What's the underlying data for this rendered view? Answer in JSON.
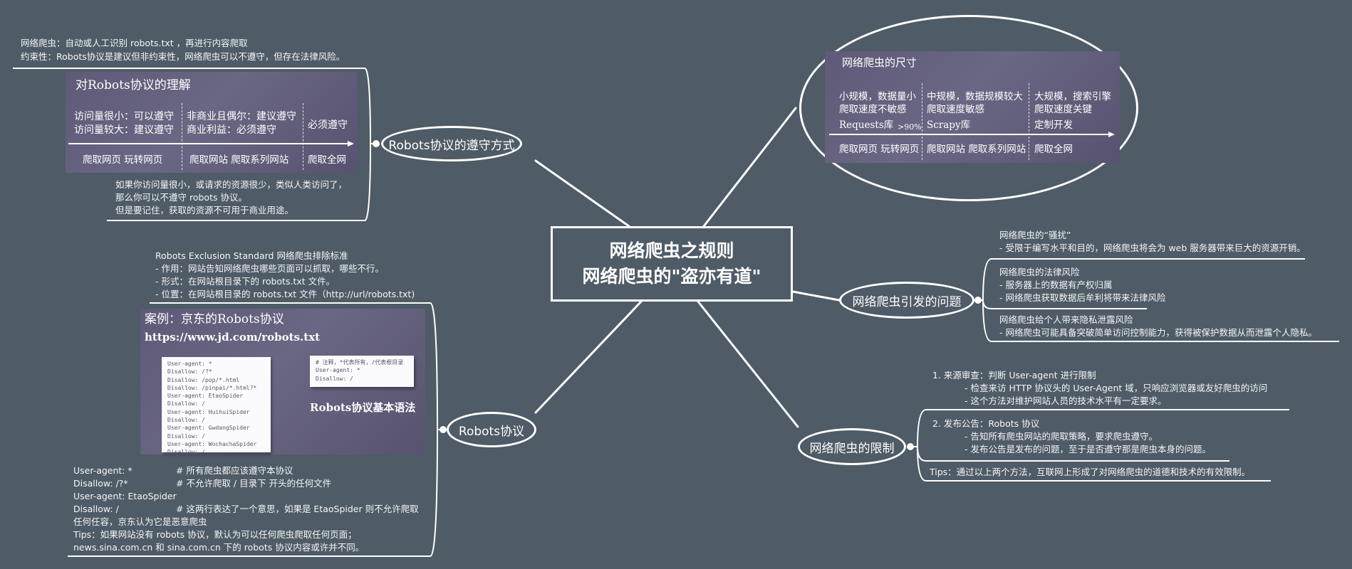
{
  "center": {
    "line1": "网络爬虫之规则",
    "line2": "网络爬虫的\"盗亦有道\""
  },
  "nodes": {
    "compliance": "Robots协议的遵守方式",
    "size": "网络爬虫的尺寸",
    "problems": "网络爬虫引发的问题",
    "robots": "Robots协议",
    "limits": "网络爬虫的限制"
  },
  "compliance": {
    "notes_top": [
      "网络爬虫：自动或人工识别 robots.txt ，再进行内容爬取",
      "约束性：Robots协议是建议但非约束性，网络爬虫可以不遵守，但存在法律风险。"
    ],
    "panel": {
      "title": "对Robots协议的理解",
      "col1": [
        "访问量很小：可以遵守",
        "访问量较大：建议遵守"
      ],
      "col2": [
        "非商业且偶尔：建议遵守",
        "商业利益：必须遵守"
      ],
      "col3": "必须遵守",
      "bottom": [
        "爬取网页 玩转网页",
        "爬取网站 爬取系列网站",
        "爬取全网"
      ]
    },
    "notes_bottom": [
      "如果你访问量很小，或请求的资源很少，类似人类访问了，",
      "那么你可以不遵守 robots 协议。",
      "但是要记住，获取的资源不可用于商业用途。"
    ]
  },
  "size_panel": {
    "cols": [
      {
        "lines": [
          "小规模，数据量小",
          "爬取速度不敏感"
        ],
        "lib": "Requests库",
        "bottom": "爬取网页 玩转网页"
      },
      {
        "lines": [
          "中规模，数据规模较大",
          "爬取速度敏感"
        ],
        "lib": "Scrapy库",
        "bottom": "爬取网站 爬取系列网站"
      },
      {
        "lines": [
          "大规模，搜索引擎",
          "爬取速度关键"
        ],
        "lib": "定制开发",
        "bottom": "爬取全网"
      }
    ],
    "share": ">90%"
  },
  "problems": {
    "groups": [
      {
        "title": "网络爬虫的“骚扰”",
        "items": [
          "- 受限于编写水平和目的，网络爬虫将会为 web 服务器带来巨大的资源开销。"
        ]
      },
      {
        "title": "网络爬虫的法律风险",
        "items": [
          "- 服务器上的数据有产权归属",
          "- 网络爬虫获取数据后牟利将带来法律风险"
        ]
      },
      {
        "title": "网络爬虫给个人带来隐私泄露风险",
        "items": [
          "- 网络爬虫可能具备突破简单访问控制能力，获得被保护数据从而泄露个人隐私。"
        ]
      }
    ]
  },
  "robots": {
    "notes_top": [
      "Robots Exclusion Standard 网络爬虫排除标准",
      "- 作用：网站告知网络爬虫哪些页面可以抓取，哪些不行。",
      "- 形式：在网站根目录下的 robots.txt 文件。",
      "- 位置：在网站根目录的 robots.txt 文件（http://url/robots.txt)"
    ],
    "panel": {
      "title": "案例：京东的Robots协议",
      "url": "https://www.jd.com/robots.txt",
      "code_main": "User-agent: *\nDisallow: /?*\nDisallow: /pop/*.html\nDisallow: /pinpai/*.html?*\nUser-agent: EtaoSpider\nDisallow: /\nUser-agent: HuihuiSpider\nDisallow: /\nUser-agent: GwdangSpider\nDisallow: /\nUser-agent: WochachaSpider\nDisallow: /",
      "code_side": "# 注释，*代表所有，/代表根目录\nUser-agent: *\nDisallow: /",
      "syntax": "Robots协议基本语法"
    },
    "notes_bottom": [
      {
        "k": "User-agent:  *",
        "v": "# 所有爬虫都应该遵守本协议"
      },
      {
        "k": "Disallow:  /?*",
        "v": "# 不允许爬取 / 目录下  开头的任何文件"
      },
      {
        "k": "User-agent:  EtaoSpider",
        "v": ""
      },
      {
        "k": "Disallow:  /",
        "v": "# 这两行表达了一个意思，如果是 EtaoSpider 则不允许爬取"
      }
    ],
    "notes_tail": [
      "任何任容，京东认为它是恶意爬虫",
      "Tips：如果网站没有 robots 协议，默认为可以任何爬虫爬取任何页面；",
      "news.sina.com.cn 和 sina.com.cn 下的 robots 协议内容或许并不同。"
    ]
  },
  "limits": {
    "source_review": {
      "title": "1. 来源审查：判断 User-agent 进行限制",
      "items": [
        "- 检查来访 HTTP 协议头的 User-Agent 域，只响应浏览器或友好爬虫的访问",
        "- 这个方法对维护网站人员的技术水平有一定要求。"
      ]
    },
    "announcement": {
      "title": "2. 发布公告：Robots 协议",
      "items": [
        "- 告知所有爬虫网站的爬取策略，要求爬虫遵守。",
        "- 发布公告是发布的问题，至于是否遵守那是爬虫本身的问题。"
      ]
    },
    "tips": "Tips：通过以上两个方法，互联网上形成了对网络爬虫的道德和技术的有效限制。"
  }
}
